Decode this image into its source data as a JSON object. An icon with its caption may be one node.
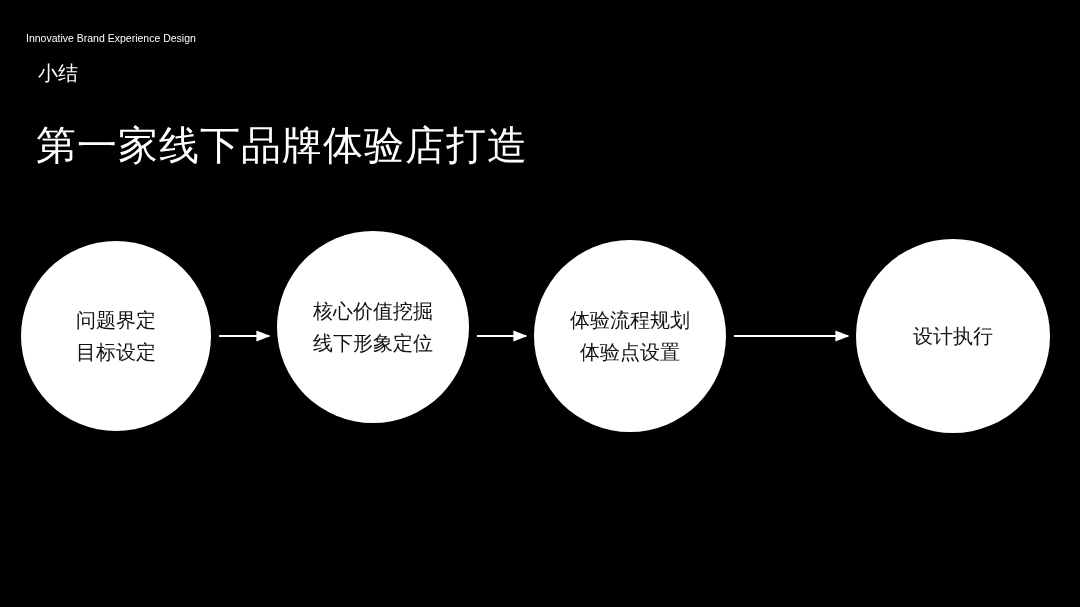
{
  "diagram": {
    "title": "第一家线下品牌体验店打造",
    "nodes": [
      {
        "text": [
          "问题界定",
          "目标设定"
        ]
      },
      {
        "text": [
          "核心价值挖掘",
          "线下形象定位"
        ]
      },
      {
        "text": [
          "体验流程规划",
          "体验点设置"
        ]
      },
      {
        "text": [
          "设计执行"
        ]
      }
    ],
    "edges": [
      {
        "from": 0,
        "to": 1,
        "arrow": "to"
      },
      {
        "from": 1,
        "to": 2,
        "arrow": "to"
      },
      {
        "from": 2,
        "to": 3,
        "arrow": "to"
      }
    ],
    "labels": [
      "Innovative Brand Experience Design",
      "小结"
    ]
  }
}
